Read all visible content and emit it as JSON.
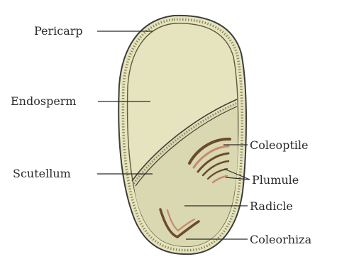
{
  "diagram": {
    "colors": {
      "endosperm": "#e6e4bf",
      "embryo": "#d9d8b0",
      "pericarp_line": "#3e3e3e",
      "pericarp_dots": "#8a8a5a",
      "coleoptile_dark": "#6b4a2e",
      "coleoptile_light": "#c58b6c",
      "label_line": "#2a2a2a"
    },
    "labels": {
      "pericarp": "Pericarp",
      "endosperm": "Endosperm",
      "scutellum": "Scutellum",
      "coleoptile": "Coleoptile",
      "plumule": "Plumule",
      "radicle": "Radicle",
      "coleorhiza": "Coleorhiza"
    }
  }
}
